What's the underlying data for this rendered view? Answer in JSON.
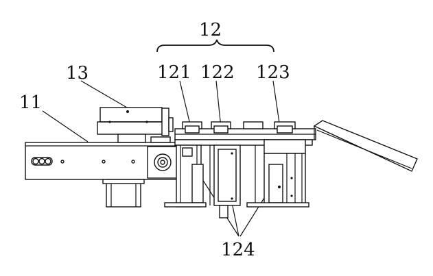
{
  "labels": {
    "assembly": "12",
    "part_121": "121",
    "part_122": "122",
    "part_123": "123",
    "part_124": "124",
    "part_13": "13",
    "part_11": "11"
  }
}
